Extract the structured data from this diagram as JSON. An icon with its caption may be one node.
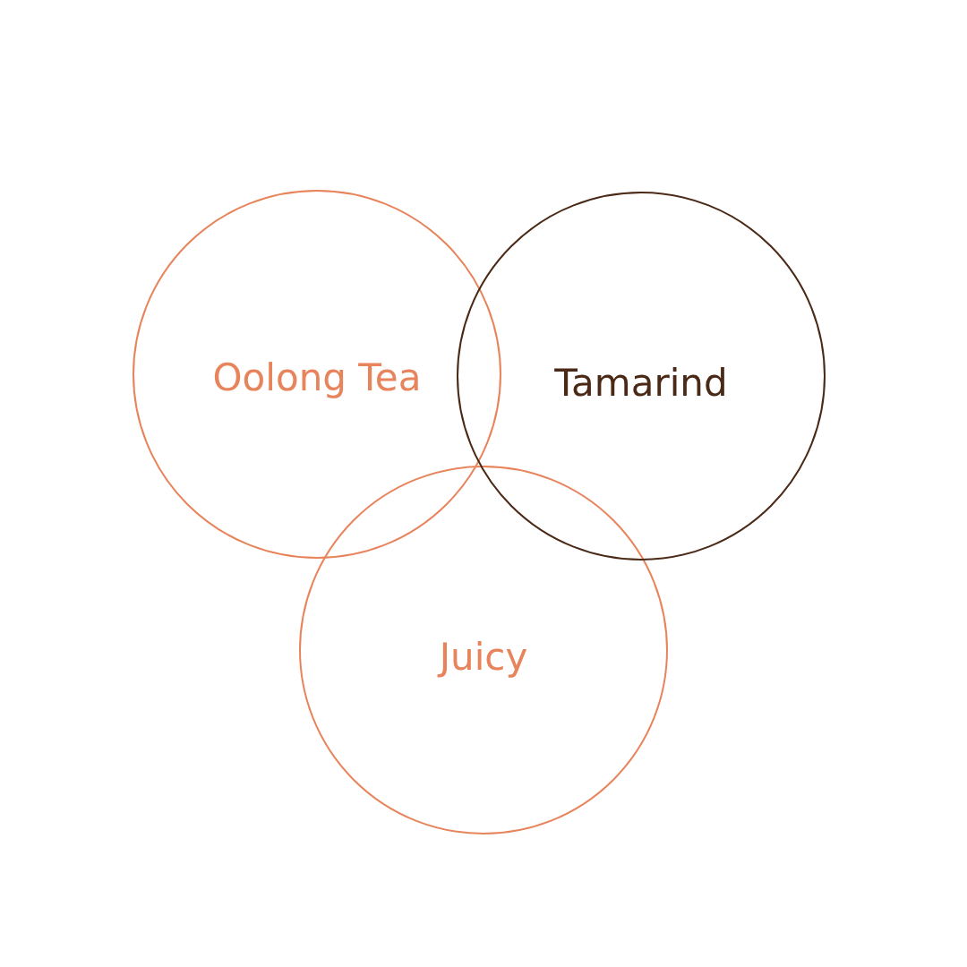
{
  "diagram": {
    "nodes": [
      {
        "text": [
          "Oolong Tea"
        ]
      },
      {
        "text": [
          "Tamarind"
        ]
      },
      {
        "text": [
          "Juicy"
        ]
      }
    ]
  }
}
